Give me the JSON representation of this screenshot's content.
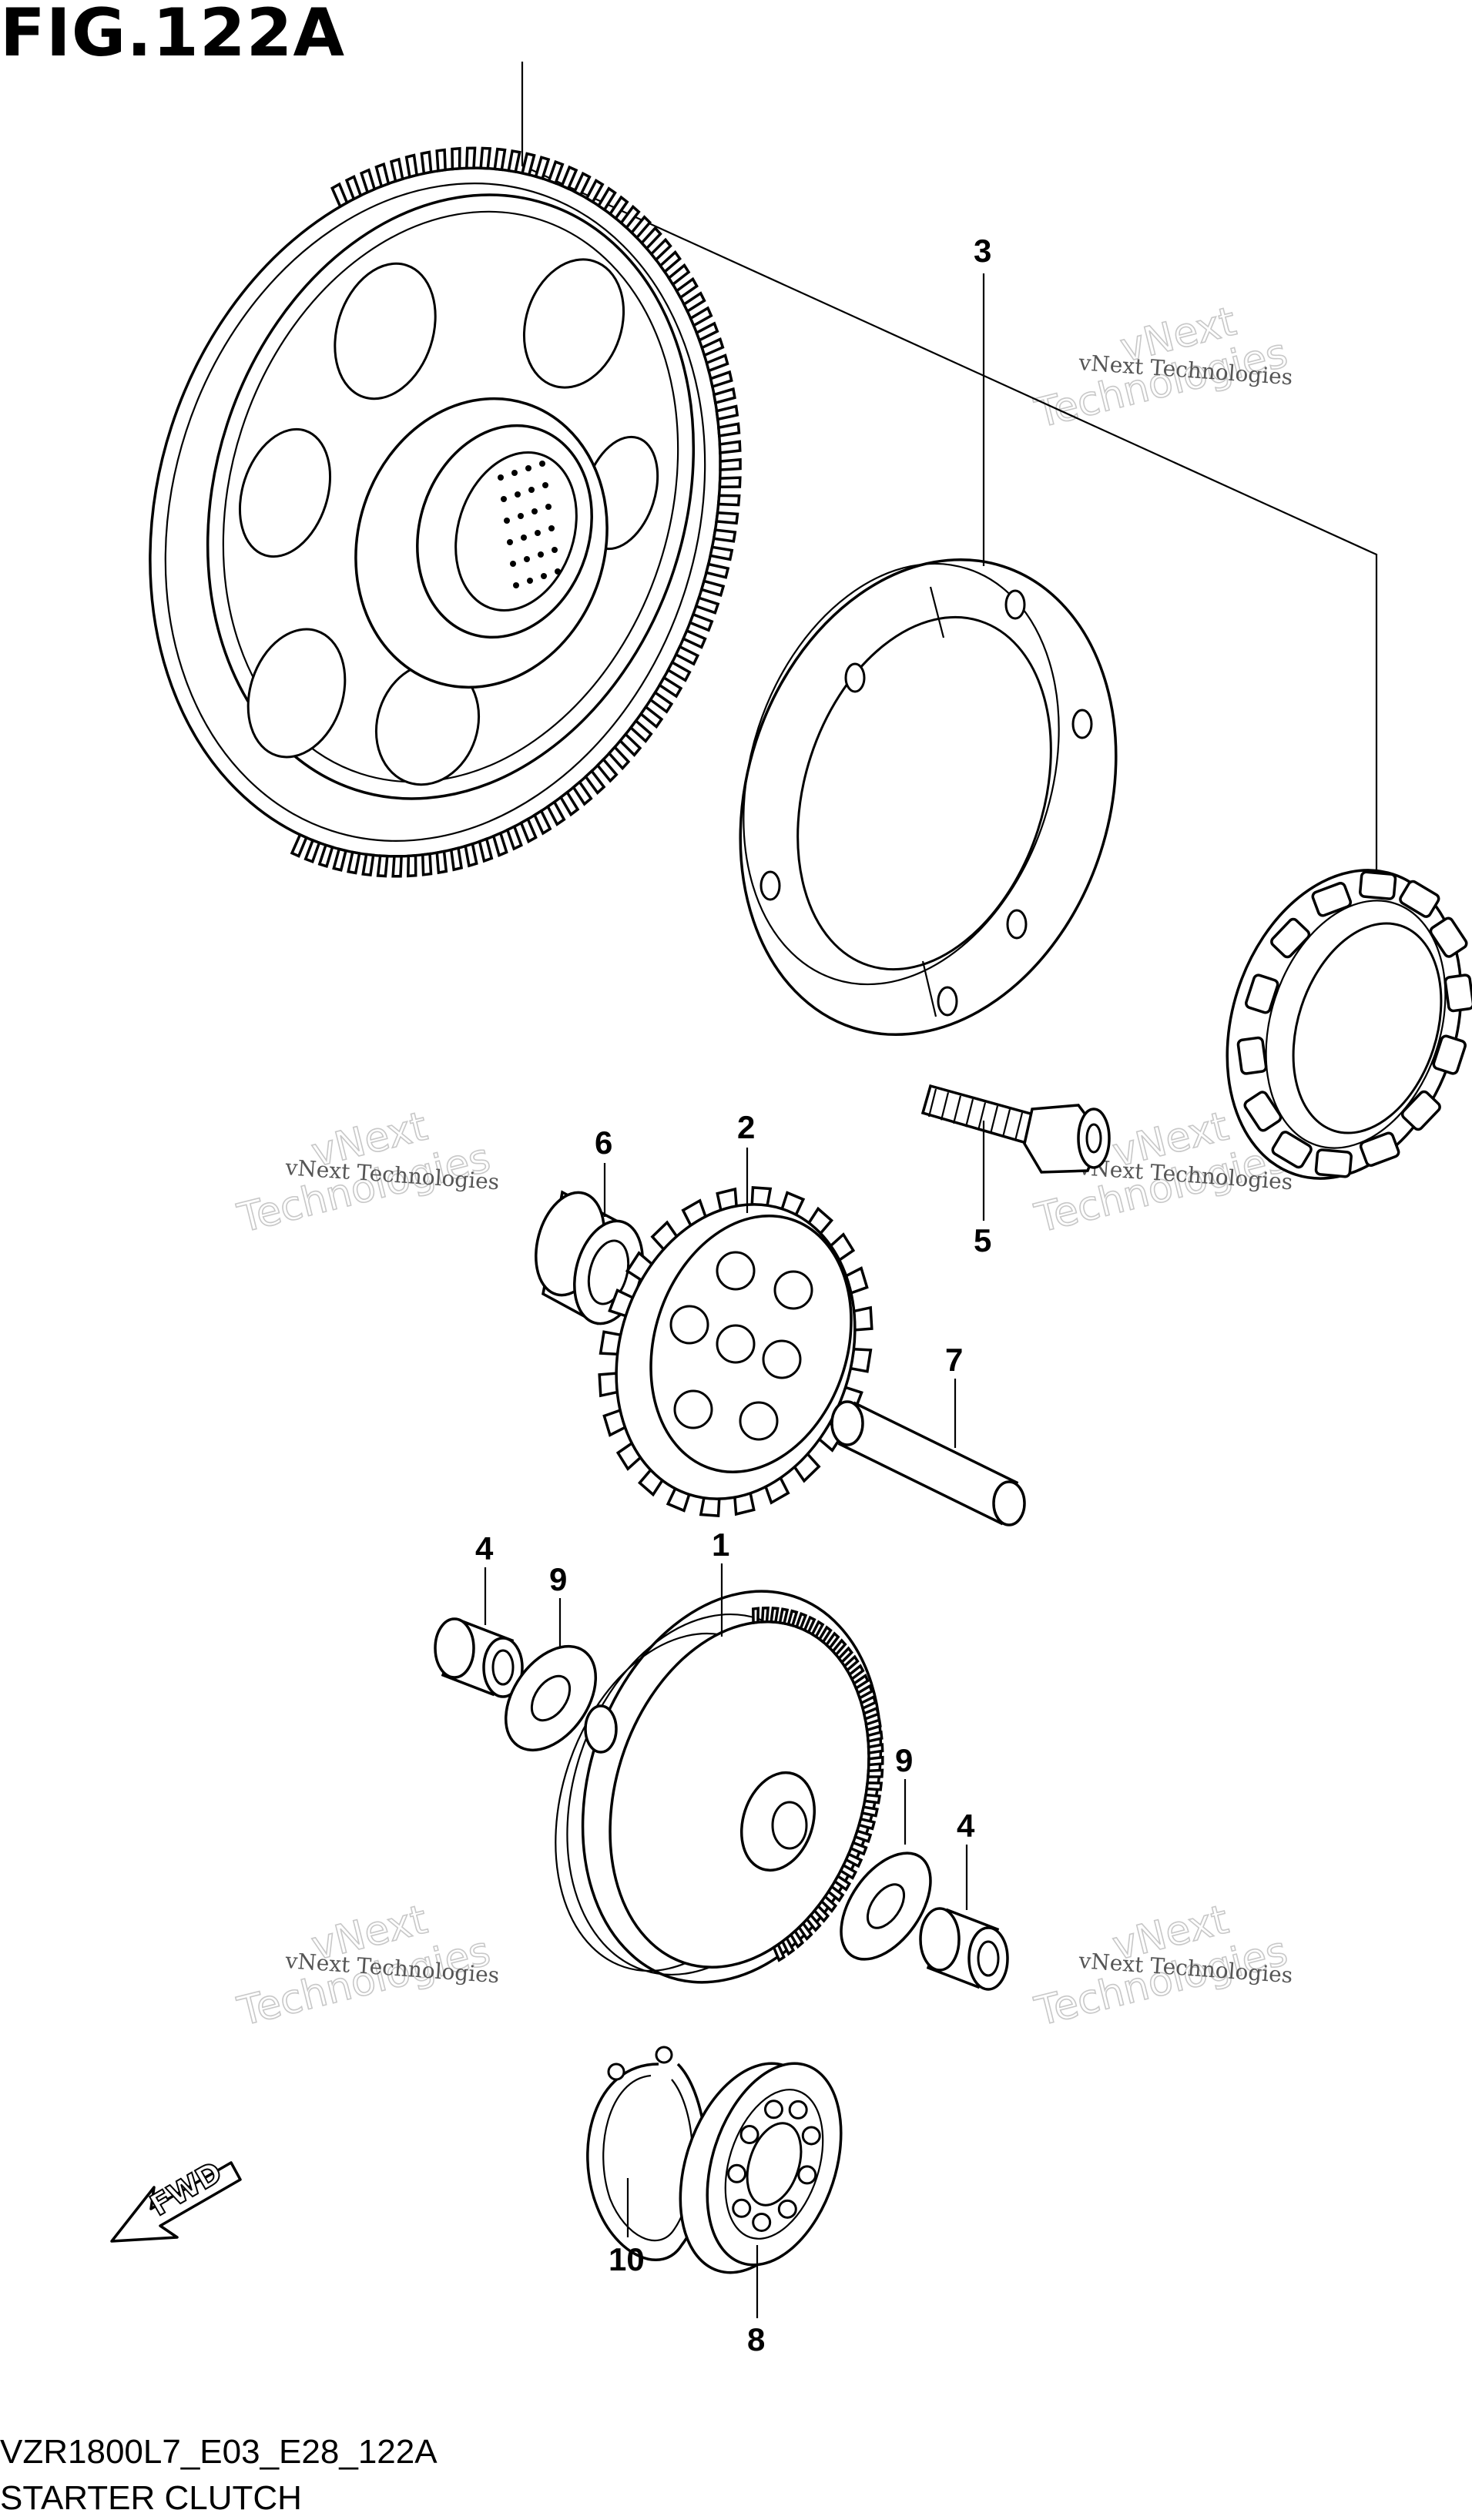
{
  "figure": {
    "title": "FIG.122A",
    "code": "VZR1800L7_E03_E28_122A",
    "name": "STARTER CLUTCH"
  },
  "callouts": {
    "c1": "1",
    "c2": "2",
    "c3": "3",
    "c4a": "4",
    "c4b": "4",
    "c5": "5",
    "c6": "6",
    "c7": "7",
    "c8": "8",
    "c9a": "9",
    "c9b": "9",
    "c10": "10"
  },
  "watermark": {
    "line1": "vNext Technologies",
    "line2": "vNext",
    "line3": "Technologies"
  },
  "fwd_label": "FWD"
}
